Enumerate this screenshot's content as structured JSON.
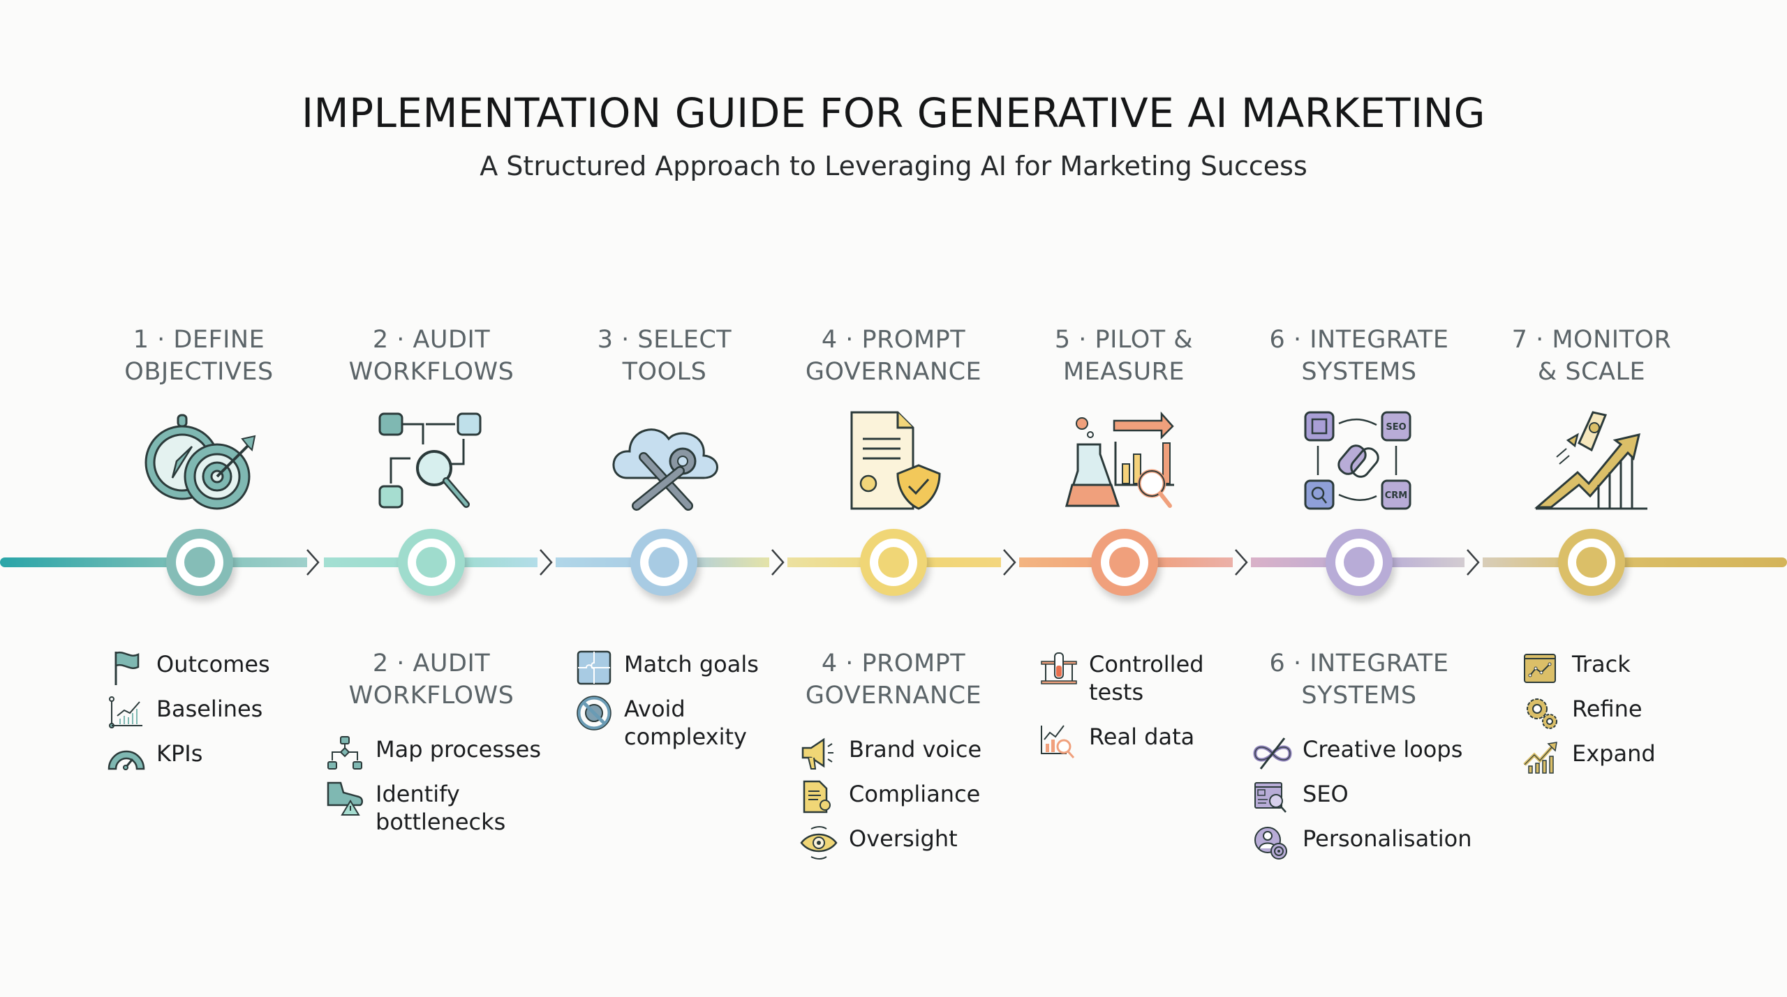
{
  "header": {
    "title": "IMPLEMENTATION GUIDE FOR GENERATIVE AI MARKETING",
    "subtitle": "A Structured Approach to Leveraging AI for Marketing Success"
  },
  "colors": {
    "teal": "#7fb8b2",
    "mint": "#9ddccf",
    "blue": "#a9cde3",
    "yellow": "#f0d77a",
    "orange": "#f0a17e",
    "purple": "#b8acd6",
    "gold": "#d9bd66"
  },
  "steps": [
    {
      "number": "1",
      "heading": "1 · DEFINE\nOBJECTIVES",
      "icon": "compass-target-icon",
      "color": "#85bdb7"
    },
    {
      "number": "2",
      "heading": "2 · AUDIT\nWORKFLOWS",
      "icon": "workflow-magnifier-icon",
      "color": "#9fdccd"
    },
    {
      "number": "3",
      "heading": "3 · SELECT\nTOOLS",
      "icon": "cloud-tools-icon",
      "color": "#a8cbe3"
    },
    {
      "number": "4",
      "heading": "4 · PROMPT\nGOVERNANCE",
      "icon": "document-shield-icon",
      "color": "#f0d676"
    },
    {
      "number": "5",
      "heading": "5 · PILOT &\nMEASURE",
      "icon": "flask-chart-icon",
      "color": "#f0a07c"
    },
    {
      "number": "6",
      "heading": "6 · INTEGRATE\nSYSTEMS",
      "icon": "linked-systems-icon",
      "color": "#b8acd7"
    },
    {
      "number": "7",
      "heading": "7 · MONITOR\n& SCALE",
      "icon": "rocket-growth-icon",
      "color": "#dbbf68"
    }
  ],
  "details": {
    "step1": {
      "items": [
        {
          "label": "Outcomes",
          "icon": "flag-icon"
        },
        {
          "label": "Baselines",
          "icon": "baseline-chart-icon"
        },
        {
          "label": "KPIs",
          "icon": "gauge-icon"
        }
      ]
    },
    "step2": {
      "heading": "2 · AUDIT\nWORKFLOWS",
      "items": [
        {
          "label": "Map processes",
          "icon": "flowchart-icon"
        },
        {
          "label": "Identify\nbottlenecks",
          "icon": "boot-warning-icon"
        }
      ]
    },
    "step3": {
      "items": [
        {
          "label": "Match goals",
          "icon": "puzzle-icon"
        },
        {
          "label": "Avoid\ncomplexity",
          "icon": "no-gear-icon"
        }
      ]
    },
    "step4": {
      "heading": "4 · PROMPT\nGOVERNANCE",
      "items": [
        {
          "label": "Brand voice",
          "icon": "megaphone-icon"
        },
        {
          "label": "Compliance",
          "icon": "certificate-doc-icon"
        },
        {
          "label": "Oversight",
          "icon": "eye-cycle-icon"
        }
      ]
    },
    "step5": {
      "items": [
        {
          "label": "Controlled\ntests",
          "icon": "test-tube-rack-icon"
        },
        {
          "label": "Real data",
          "icon": "chart-magnifier-icon"
        }
      ]
    },
    "step6": {
      "heading": "6 · INTEGRATE\nSYSTEMS",
      "items": [
        {
          "label": "Creative loops",
          "icon": "infinity-pen-icon"
        },
        {
          "label": "SEO",
          "icon": "web-search-icon"
        },
        {
          "label": "Personalisation",
          "icon": "user-target-icon"
        }
      ]
    },
    "step7": {
      "items": [
        {
          "label": "Track",
          "icon": "dashboard-line-icon"
        },
        {
          "label": "Refine",
          "icon": "gears-icon"
        },
        {
          "label": "Expand",
          "icon": "growth-arrow-icon"
        }
      ]
    }
  },
  "icon_text": {
    "seo": "SEO",
    "crm": "CRM"
  }
}
